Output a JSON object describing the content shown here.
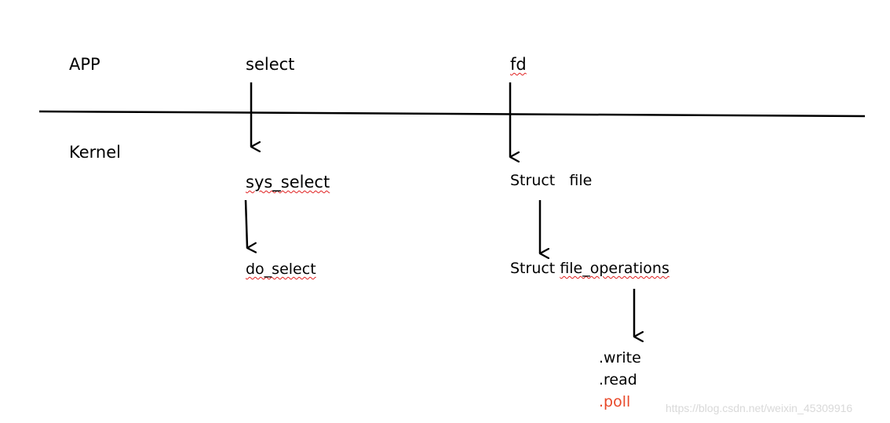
{
  "labels": {
    "app": "APP",
    "kernel": "Kernel",
    "select": "select",
    "fd": "fd",
    "sys_select": "sys_select",
    "do_select": "do_select",
    "struct_file": "Struct   file",
    "struct_fops_prefix": "Struct ",
    "struct_fops_name": "file_operations",
    "write": ".write",
    "read": ".read",
    "poll": ".poll"
  },
  "watermark": "https://blog.csdn.net/weixin_45309916",
  "colors": {
    "text": "#000000",
    "line": "#000000",
    "highlight": "#e8492a",
    "spellcheck": "#e02020",
    "watermark": "#d9d9d9"
  }
}
